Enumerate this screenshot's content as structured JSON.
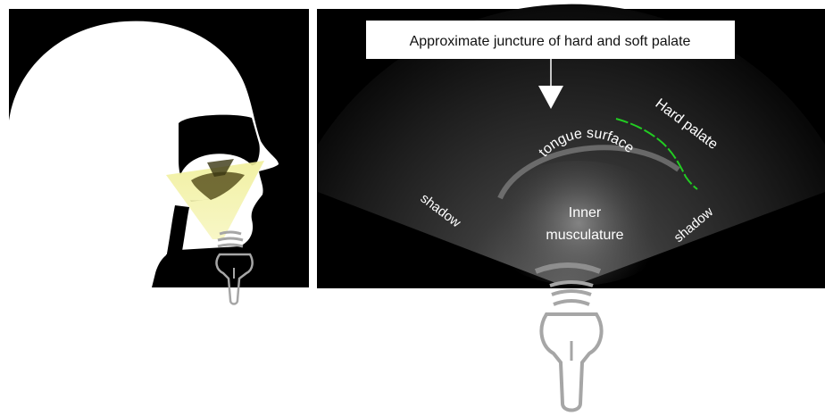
{
  "left_panel": {
    "background": "#000000",
    "head_color": "#ffffff",
    "beam_color": "#f3f2a6",
    "probe_color": "#a6a6a6"
  },
  "right_panel": {
    "background": "#000000",
    "callout": "Approximate juncture of hard and soft palate",
    "labels": {
      "hard_palate": "Hard palate",
      "tongue_surface": "tongue surface",
      "inner_line1": "Inner",
      "inner_line2": "musculature",
      "shadow_left": "shadow",
      "shadow_right": "shadow"
    },
    "palate_trace_color": "#22cc22",
    "probe_color": "#a6a6a6"
  }
}
